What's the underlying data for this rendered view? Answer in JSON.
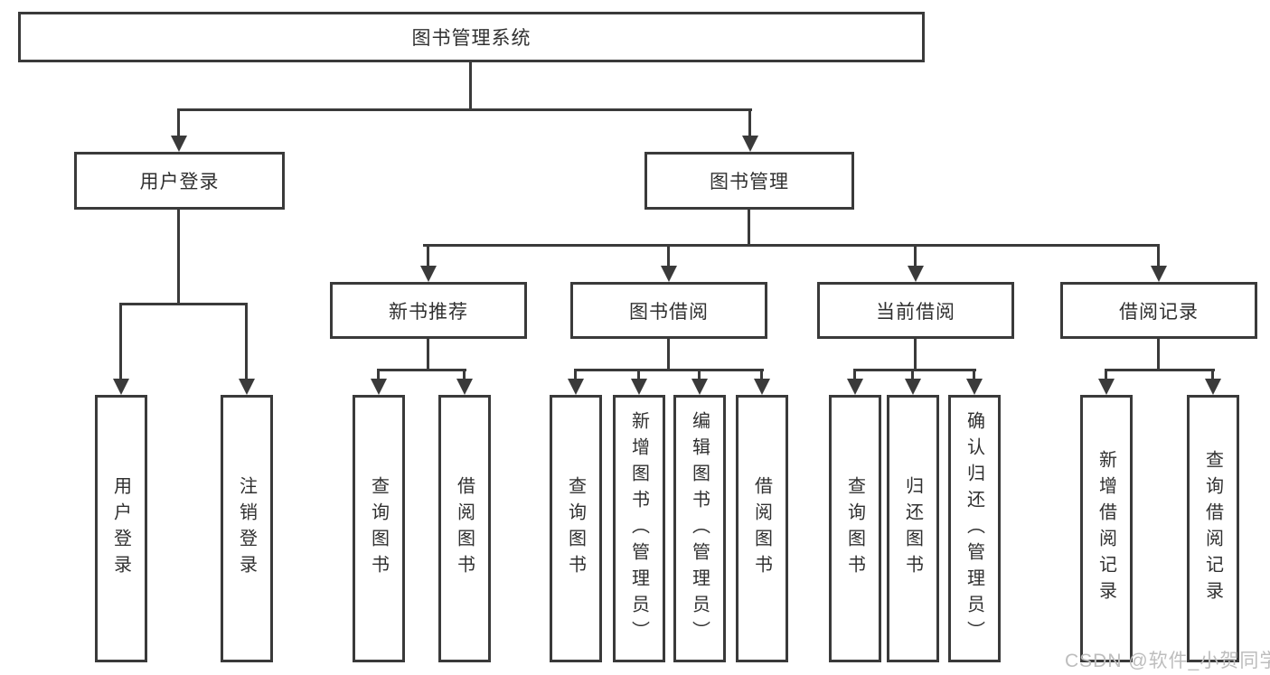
{
  "tree": {
    "root": "图书管理系统",
    "branches": [
      {
        "label": "用户登录",
        "leaves": [
          "用户登录",
          "注销登录"
        ]
      },
      {
        "label": "图书管理",
        "groups": [
          {
            "label": "新书推荐",
            "leaves": [
              "查询图书",
              "借阅图书"
            ]
          },
          {
            "label": "图书借阅",
            "leaves": [
              "查询图书",
              "新增图书（管理员）",
              "编辑图书（管理员）",
              "借阅图书"
            ]
          },
          {
            "label": "当前借阅",
            "leaves": [
              "查询图书",
              "归还图书",
              "确认归还（管理员）"
            ]
          },
          {
            "label": "借阅记录",
            "leaves": [
              "新增借阅记录",
              "查询借阅记录"
            ]
          }
        ]
      }
    ]
  },
  "colors": {
    "line": "#3a3a3a",
    "text": "#303030",
    "watermark": "#bdbdbd",
    "background": "#ffffff"
  },
  "watermark": "CSDN @软件_小贺同学"
}
